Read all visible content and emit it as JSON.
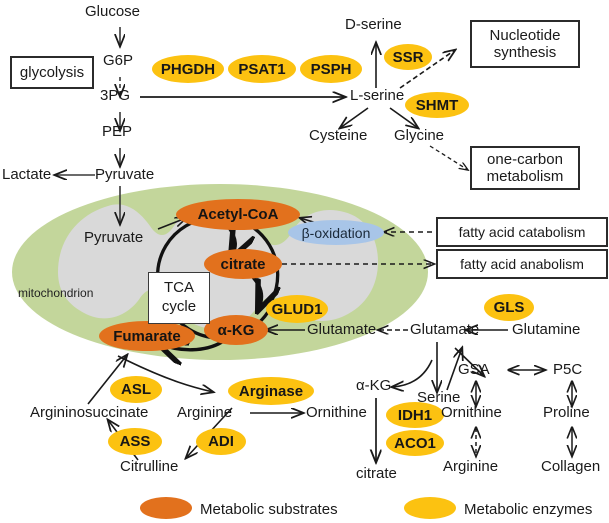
{
  "title": "Cancer cell metabolic pathway map",
  "glycolysis": {
    "box_label": "glycolysis",
    "nodes": [
      "Glucose",
      "G6P",
      "3PG",
      "PEP",
      "Pyruvate",
      "Lactate"
    ]
  },
  "serine_pathway": {
    "enzymes": [
      "PHGDH",
      "PSAT1",
      "PSPH",
      "SSR",
      "SHMT"
    ],
    "nodes": [
      "L-serine",
      "D-serine",
      "Cysteine",
      "Glycine"
    ],
    "boxes": [
      "Nucleotide synthesis",
      "one-carbon metabolism"
    ]
  },
  "mitochondrion": {
    "label": "mitochondrion",
    "tca_label_line1": "TCA",
    "tca_label_line2": "cycle",
    "substrates": [
      "Acetyl-CoA",
      "citrate",
      "α-KG",
      "Fumarate"
    ],
    "inner_nodes": [
      "Pyruvate",
      "Glutamate"
    ],
    "beta_oxidation": "β-oxidation",
    "enzymes": [
      "GLUD1"
    ]
  },
  "fatty_acid": {
    "catabolism": "fatty acid  catabolism",
    "anabolism": "fatty acid  anabolism"
  },
  "glutamine_pathway": {
    "enzyme": "GLS",
    "nodes": [
      "Glutamate",
      "Glutamine"
    ]
  },
  "urea_cycle": {
    "enzymes": [
      "ASL",
      "ASS",
      "ADI",
      "Arginase"
    ],
    "nodes": [
      "Argininosuccinate",
      "Arginine",
      "Ornithine",
      "Citrulline"
    ]
  },
  "serine_branch": {
    "nodes": [
      "α-KG",
      "Serine",
      "citrate"
    ],
    "enzymes": [
      "IDH1",
      "ACO1"
    ]
  },
  "proline_pathway": {
    "nodes": [
      "GSA",
      "P5C",
      "Ornithine",
      "Proline",
      "Arginine",
      "Collagen"
    ]
  },
  "legend": {
    "substrates_label": "Metabolic substrates",
    "enzymes_label": "Metabolic enzymes"
  },
  "colors": {
    "substrate": "#e2711d",
    "enzyme": "#fcc211",
    "beta_oxidation": "#a8c5e8",
    "mitochondrion_outer": "#c3d69b",
    "mitochondrion_inner": "#d9d9d9",
    "stroke": "#1a1a1a"
  }
}
